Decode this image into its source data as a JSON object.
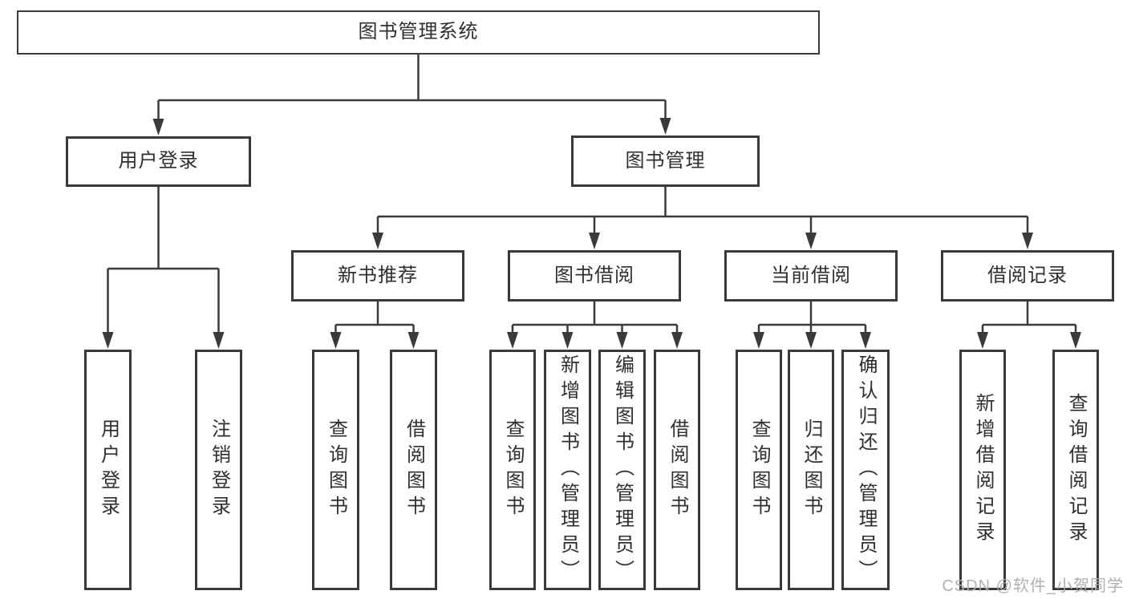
{
  "diagram": {
    "title": "图书管理系统",
    "nodes": [
      {
        "id": "root-system",
        "label": "图书管理系统",
        "parent": null
      },
      {
        "id": "user-login",
        "label": "用户登录",
        "parent": "root-system"
      },
      {
        "id": "book-management",
        "label": "图书管理",
        "parent": "root-system"
      },
      {
        "id": "new-book-recommend",
        "label": "新书推荐",
        "parent": "book-management"
      },
      {
        "id": "book-borrow",
        "label": "图书借阅",
        "parent": "book-management"
      },
      {
        "id": "current-borrow",
        "label": "当前借阅",
        "parent": "book-management"
      },
      {
        "id": "borrow-records",
        "label": "借阅记录",
        "parent": "book-management"
      },
      {
        "id": "leaf-user-login",
        "label": "用户登录",
        "parent": "user-login"
      },
      {
        "id": "leaf-logout",
        "label": "注销登录",
        "parent": "user-login"
      },
      {
        "id": "leaf-query-books-a",
        "label": "查询图书",
        "parent": "new-book-recommend"
      },
      {
        "id": "leaf-borrow-books-a",
        "label": "借阅图书",
        "parent": "new-book-recommend"
      },
      {
        "id": "leaf-query-books-b",
        "label": "查询图书",
        "parent": "book-borrow"
      },
      {
        "id": "leaf-add-book-admin",
        "label": "新增图书（管理员）",
        "parent": "book-borrow"
      },
      {
        "id": "leaf-edit-book-admin",
        "label": "编辑图书（管理员）",
        "parent": "book-borrow"
      },
      {
        "id": "leaf-borrow-books-b",
        "label": "借阅图书",
        "parent": "book-borrow"
      },
      {
        "id": "leaf-query-books-c",
        "label": "查询图书",
        "parent": "current-borrow"
      },
      {
        "id": "leaf-return-books",
        "label": "归还图书",
        "parent": "current-borrow"
      },
      {
        "id": "leaf-confirm-return-admin",
        "label": "确认归还（管理员）",
        "parent": "current-borrow"
      },
      {
        "id": "leaf-add-borrow-record",
        "label": "新增借阅记录",
        "parent": "borrow-records"
      },
      {
        "id": "leaf-query-borrow-record",
        "label": "查询借阅记录",
        "parent": "borrow-records"
      }
    ]
  },
  "watermark": {
    "text": "CSDN @软件_小贺同学",
    "color": "#acacac"
  },
  "colors": {
    "line": "#3a3a3a",
    "box_border": "#3a3a3a",
    "text": "#2f2f2f",
    "background": "#ffffff"
  }
}
